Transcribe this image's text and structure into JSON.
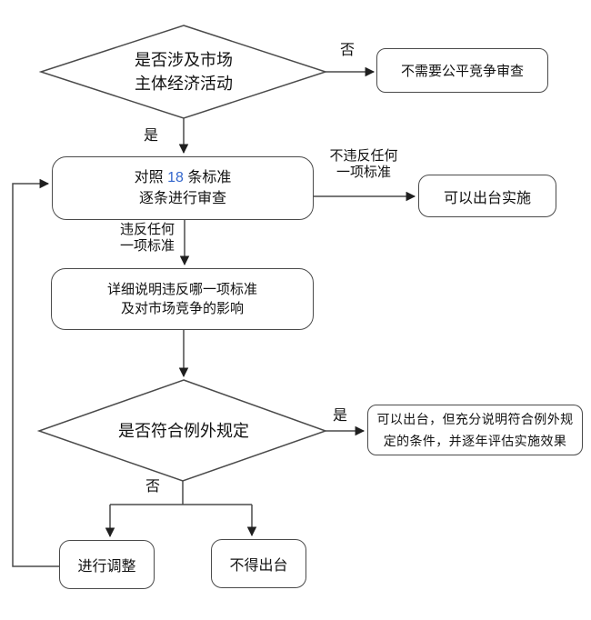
{
  "colors": {
    "line": "#4a4a4a",
    "text": "#111111",
    "accent_number": "#3366cc",
    "background": "#ffffff"
  },
  "nodes": {
    "decision_market_activity": {
      "line1": "是否涉及市场",
      "line2": "主体经济活动"
    },
    "no_review_needed": {
      "text": "不需要公平竞争审查"
    },
    "review_standards": {
      "prefix": "对照 ",
      "number": "18",
      "suffix": " 条标准",
      "line2": "逐条进行审查"
    },
    "can_implement": {
      "text": "可以出台实施"
    },
    "explain_violation": {
      "line1": "详细说明违反哪一项标准",
      "line2": "及对市场竞争的影响"
    },
    "decision_exception": {
      "text": "是否符合例外规定"
    },
    "implement_with_conditions": {
      "line1": "可以出台，但充分说明符合例外规",
      "line2": "定的条件，并逐年评估实施效果"
    },
    "adjust": {
      "text": "进行调整"
    },
    "do_not_issue": {
      "text": "不得出台"
    }
  },
  "edge_labels": {
    "no_top": "否",
    "yes_top": "是",
    "not_violate_line1": "不违反任何",
    "not_violate_line2": "一项标准",
    "violate_line1": "违反任何",
    "violate_line2": "一项标准",
    "yes_exception": "是",
    "no_exception": "否"
  }
}
